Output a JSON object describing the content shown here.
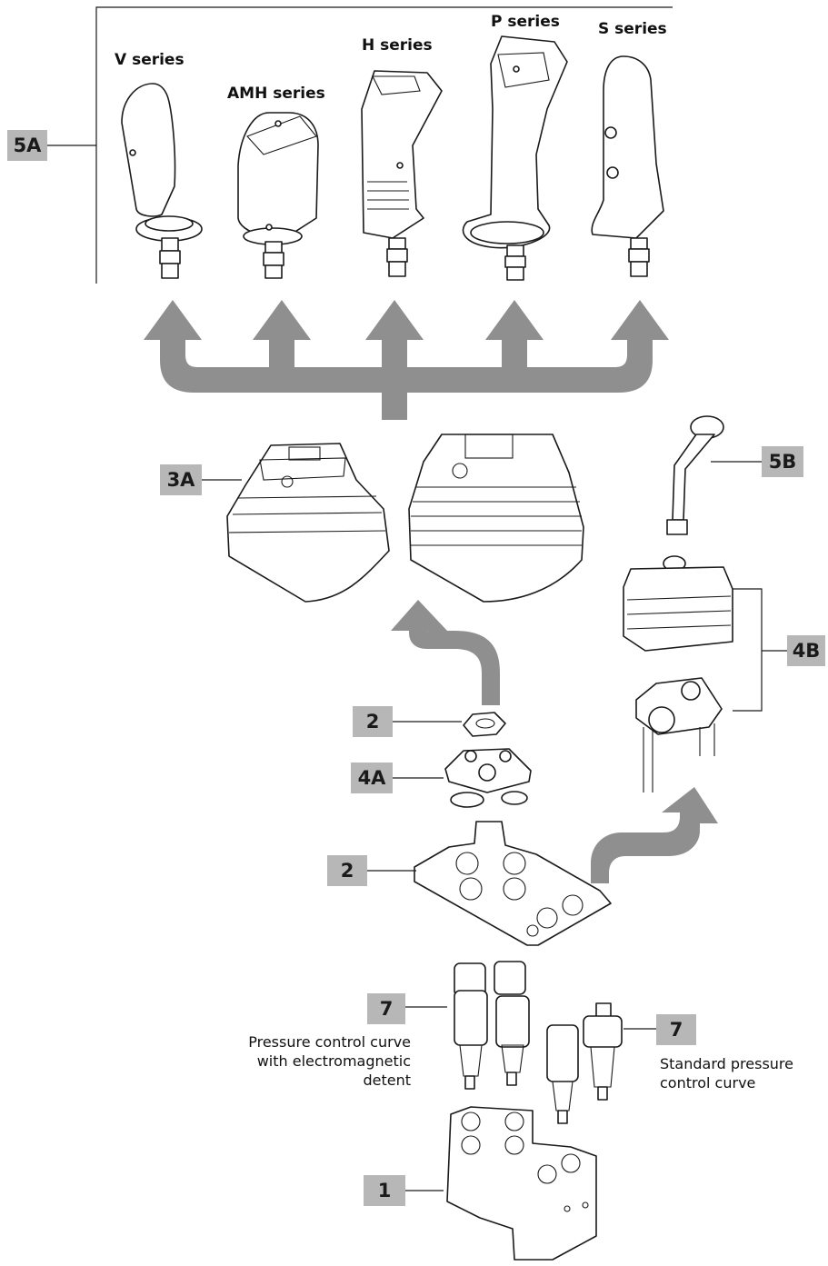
{
  "diagram": {
    "series_labels": [
      "V series",
      "AMH series",
      "H series",
      "P series",
      "S series"
    ],
    "callouts": {
      "c5a": "5A",
      "c3a": "3A",
      "c5b": "5B",
      "c4b": "4B",
      "c2_nut": "2",
      "c4a": "4A",
      "c2_plate": "2",
      "c7_left": "7",
      "c7_right": "7",
      "c1": "1"
    },
    "notes": {
      "left_line1": "Pressure control curve",
      "left_line2": "with electromagnetic",
      "left_line3": "detent",
      "right_line1": "Standard pressure",
      "right_line2": "control curve"
    },
    "colors": {
      "callout_fill": "#b7b7b7",
      "arrow_fill": "#8f8f8f",
      "line": "#1a1a1a"
    }
  }
}
